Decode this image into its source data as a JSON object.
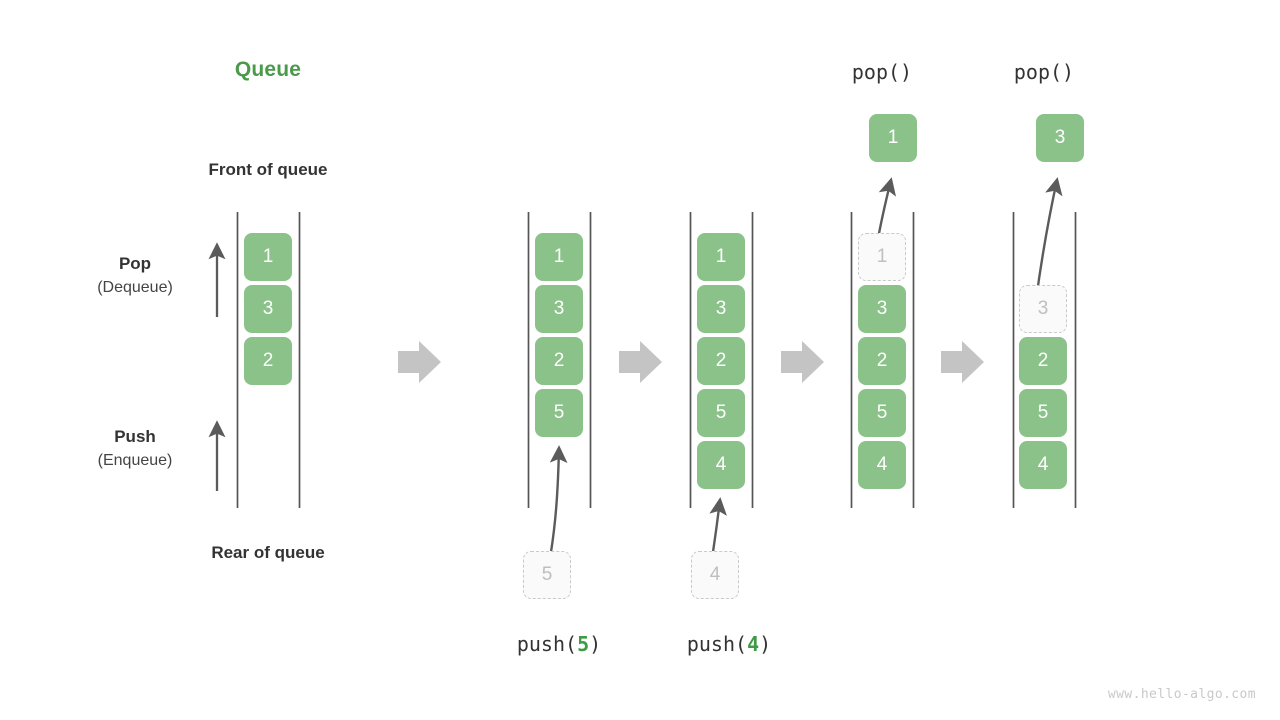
{
  "figure": {
    "title": "Queue",
    "title_color": "#4a9a4a",
    "cell_color": "#8bc28a",
    "ghost_color": "#bfbfbf",
    "arrow_color": "#c4c4c4",
    "watermark": "www.hello-algo.com"
  },
  "annotations": {
    "front_of_queue": "Front of queue",
    "rear_of_queue": "Rear of queue",
    "pop_line1": "Pop",
    "pop_line2": "(Dequeue)",
    "push_line1": "Push",
    "push_line2": "(Enqueue)"
  },
  "panels": [
    {
      "id": "initial",
      "caption": "",
      "caption_prefix": "",
      "caption_value": "",
      "caption_suffix": "",
      "cells": [
        "1",
        "3",
        "2"
      ],
      "ghost_index": -1,
      "incoming": "",
      "popped": ""
    },
    {
      "id": "push-5",
      "caption": "push(5)",
      "caption_prefix": "push(",
      "caption_value": "5",
      "caption_suffix": ")",
      "cells": [
        "1",
        "3",
        "2",
        "5"
      ],
      "ghost_index": -1,
      "incoming": "5",
      "popped": ""
    },
    {
      "id": "push-4",
      "caption": "push(4)",
      "caption_prefix": "push(",
      "caption_value": "4",
      "caption_suffix": ")",
      "cells": [
        "1",
        "3",
        "2",
        "5",
        "4"
      ],
      "ghost_index": -1,
      "incoming": "4",
      "popped": ""
    },
    {
      "id": "pop-1",
      "caption": "pop()",
      "caption_prefix": "pop(",
      "caption_value": "",
      "caption_suffix": ")",
      "cells": [
        "1",
        "3",
        "2",
        "5",
        "4"
      ],
      "ghost_index": 0,
      "incoming": "",
      "popped": "1"
    },
    {
      "id": "pop-3",
      "caption": "pop()",
      "caption_prefix": "pop(",
      "caption_value": "",
      "caption_suffix": ")",
      "cells": [
        "3",
        "2",
        "5",
        "4"
      ],
      "ghost_index": 0,
      "incoming": "",
      "popped": "3"
    }
  ],
  "transitions": [
    "arrow-right-icon",
    "arrow-right-icon",
    "arrow-right-icon",
    "arrow-right-icon"
  ]
}
